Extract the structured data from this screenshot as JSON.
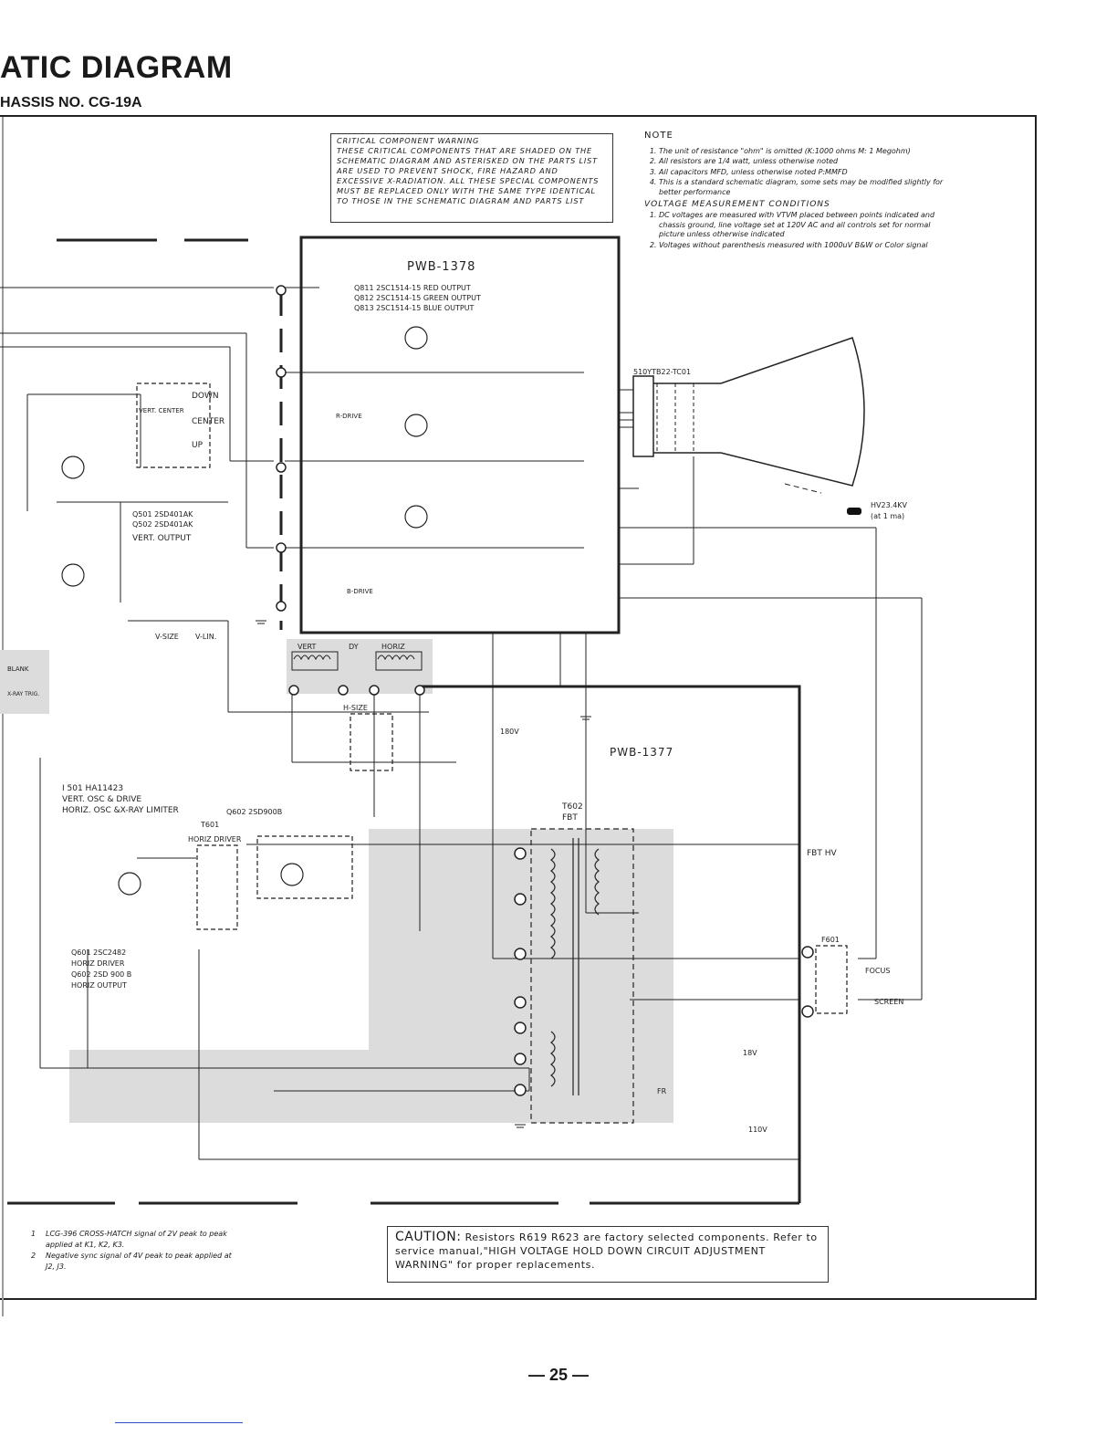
{
  "header": {
    "title": "ATIC DIAGRAM",
    "chassis": "HASSIS NO. CG-19A"
  },
  "warning": {
    "heading": "CRITICAL COMPONENT WARNING",
    "body": "THESE CRITICAL COMPONENTS THAT ARE SHADED ON THE SCHEMATIC DIAGRAM AND ASTERISKED ON THE PARTS LIST ARE USED TO PREVENT SHOCK, FIRE HAZARD AND EXCESSIVE X-RADIATION. ALL THESE SPECIAL COMPONENTS MUST BE REPLACED ONLY WITH THE SAME TYPE IDENTICAL TO THOSE IN THE SCHEMATIC DIAGRAM AND PARTS LIST"
  },
  "notes": {
    "heading": "NOTE",
    "items": [
      "The unit of resistance \"ohm\" is omitted (K:1000 ohms M: 1 Megohm)",
      "All resistors are 1/4 watt, unless otherwise noted",
      "All capacitors MFD, unless otherwise noted P:MMFD",
      "This is a standard schematic diagram, some sets may be modified slightly for better performance"
    ],
    "voltage_heading": "VOLTAGE MEASUREMENT CONDITIONS",
    "voltage_items": [
      "DC voltages are measured with VTVM placed between points indicated and chassis ground, line voltage set at 120V AC and all controls set for normal picture unless otherwise indicated",
      "Voltages without parenthesis measured with 1000uV B&W or Color signal"
    ]
  },
  "boards": {
    "pwb_1378": "PWB-1378",
    "pwb_1377": "PWB-1377",
    "crt": "510YTB22-TC01",
    "hv": "HV23.4KV",
    "hv_sub": "(at 1 ma)"
  },
  "transistors_top": [
    "Q811  2SC1514-15  RED OUTPUT",
    "Q812  2SC1514-15  GREEN OUTPUT",
    "Q813  2SC1514-15  BLUE OUTPUT"
  ],
  "vert_output": {
    "line1": "Q501  2SD401AK",
    "line2": "Q502  2SD401AK",
    "line3": "VERT. OUTPUT"
  },
  "ic": {
    "line1": "I 501  HA11423",
    "line2": "VERT. OSC & DRIVE",
    "line3": "HORIZ. OSC &X-RAY LIMITER",
    "q602": "Q602  2SD900B"
  },
  "horiz": {
    "line1": "Q601  2SC2482",
    "line2": "HORIZ DRIVER",
    "line3": "Q602  2SD 900 B",
    "line4": "HORIZ OUTPUT"
  },
  "controls": {
    "down": "DOWN",
    "center": "CENTER",
    "up": "UP",
    "vert_center": "VERT. CENTER",
    "r_drive": "R-DRIVE",
    "b_drive": "B-DRIVE",
    "v_size": "V-SIZE",
    "v_lin": "V-LIN.",
    "h_size": "H-SIZE",
    "horiz_driver": "HORIZ DRIVER",
    "focus": "FOCUS",
    "screen": "SCREEN",
    "fbt_hv": "FBT HV",
    "fbt": "FBT",
    "t602": "T602",
    "t601": "T601",
    "dy": "DY",
    "vert": "VERT",
    "horiz": "HORIZ",
    "blank": "BLANK",
    "xray": "X-RAY TRIG.",
    "f601": "F601",
    "fr": "FR",
    "v180": "180V",
    "v110": "110V",
    "v18": "18V"
  },
  "foot_notes": [
    {
      "num": "1",
      "text": "LCG-396 CROSS-HATCH signal of 2V peak to peak applied at K1, K2, K3."
    },
    {
      "num": "2",
      "text": "Negative sync signal of 4V peak to peak applied at J2, J3."
    }
  ],
  "caution": {
    "label": "CAUTION:",
    "text": "Resistors R619 R623 are factory selected components. Refer to service manual,\"HIGH VOLTAGE HOLD DOWN CIRCUIT ADJUSTMENT WARNING\" for proper replacements."
  },
  "page": {
    "number": "— 25 —"
  },
  "colors": {
    "ink": "#1a1a1a",
    "shade": "#dcdcdc"
  }
}
